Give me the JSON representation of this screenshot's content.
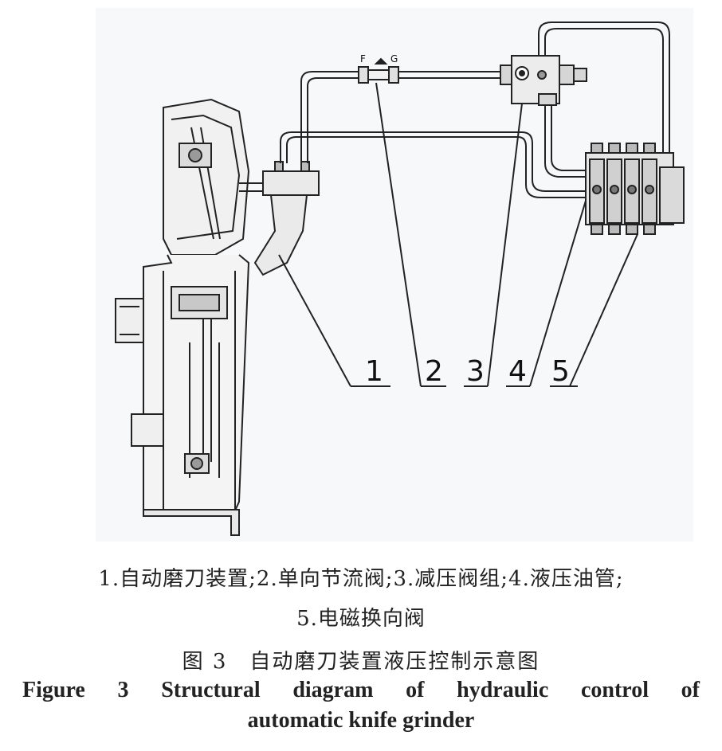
{
  "callouts": [
    "1",
    "2",
    "3",
    "4",
    "5"
  ],
  "valve_labels": {
    "f": "F",
    "g": "G"
  },
  "legend": {
    "line1": "1.自动磨刀装置;2.单向节流阀;3.减压阀组;4.液压油管;",
    "line2": "5.电磁换向阀"
  },
  "caption_zh": {
    "label": "图 3",
    "title": "自动磨刀装置液压控制示意图"
  },
  "caption_en": {
    "line1": "Figure 3    Structural diagram of hydraulic control of",
    "line2": "automatic knife grinder"
  }
}
